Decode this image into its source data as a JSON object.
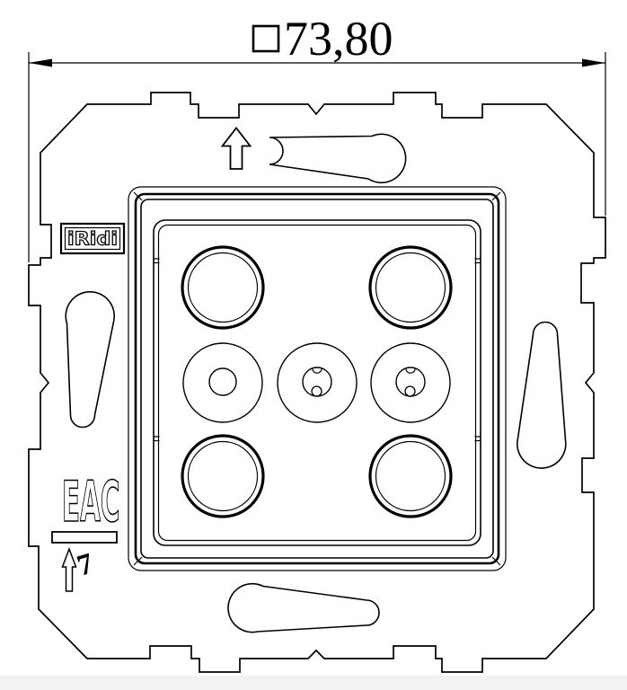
{
  "page": {
    "background": "#ffffff",
    "footer_strip_color": "#f0f2f3"
  },
  "drawing": {
    "dimension": {
      "symbol": "□",
      "value": "73,80"
    },
    "brand_label": "iRidi",
    "certification_mark": "EAC",
    "depth_annotation": "7",
    "line_color": "#000000"
  }
}
